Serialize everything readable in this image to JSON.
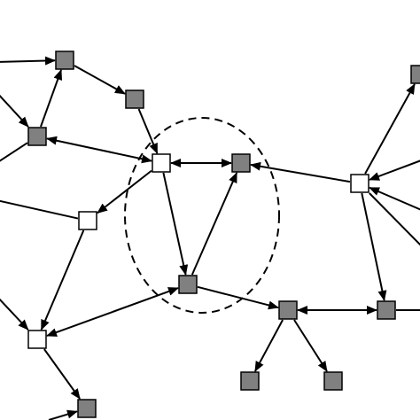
{
  "colors": {
    "background": "#ffffff",
    "stroke": "#000000",
    "node_gray": "#808080",
    "node_white": "#ffffff"
  },
  "nodes": [
    {
      "id": "n1",
      "fill": "gray"
    },
    {
      "id": "n2",
      "fill": "gray"
    },
    {
      "id": "n3",
      "fill": "gray"
    },
    {
      "id": "n4",
      "fill": "white"
    },
    {
      "id": "n5",
      "fill": "gray"
    },
    {
      "id": "n6",
      "fill": "white"
    },
    {
      "id": "n7",
      "fill": "gray"
    },
    {
      "id": "n8",
      "fill": "white"
    },
    {
      "id": "n9",
      "fill": "white"
    },
    {
      "id": "n10",
      "fill": "gray"
    },
    {
      "id": "n11",
      "fill": "gray"
    },
    {
      "id": "n12",
      "fill": "gray"
    },
    {
      "id": "n13",
      "fill": "gray"
    },
    {
      "id": "n14",
      "fill": "gray"
    },
    {
      "id": "n15",
      "fill": "gray"
    }
  ],
  "edges": [
    {
      "from": "ext-left-1",
      "to": "n1",
      "type": "directed"
    },
    {
      "from": "ext-left-2",
      "to": "n3",
      "type": "directed"
    },
    {
      "from": "n3",
      "to": "n1",
      "type": "directed"
    },
    {
      "from": "n1",
      "to": "n2",
      "type": "directed"
    },
    {
      "from": "n2",
      "to": "n4",
      "type": "directed"
    },
    {
      "from": "n3",
      "to": "n4",
      "type": "bidirectional"
    },
    {
      "from": "n4",
      "to": "n5",
      "type": "bidirectional"
    },
    {
      "from": "n4",
      "to": "n7",
      "type": "directed"
    },
    {
      "from": "n7",
      "to": "n5",
      "type": "directed"
    },
    {
      "from": "n9",
      "to": "n5",
      "type": "directed"
    },
    {
      "from": "n4",
      "to": "n6",
      "type": "directed"
    },
    {
      "from": "ext-left-3",
      "to": "n6",
      "type": "undirected"
    },
    {
      "from": "n6",
      "to": "n8",
      "type": "directed"
    },
    {
      "from": "ext-left-4",
      "to": "n8",
      "type": "directed"
    },
    {
      "from": "n7",
      "to": "n8",
      "type": "bidirectional"
    },
    {
      "from": "n8",
      "to": "n15",
      "type": "directed"
    },
    {
      "from": "ext-left-5",
      "to": "n15",
      "type": "directed"
    },
    {
      "from": "n7",
      "to": "n11",
      "type": "directed"
    },
    {
      "from": "n11",
      "to": "n12",
      "type": "bidirectional"
    },
    {
      "from": "n11",
      "to": "n13",
      "type": "directed"
    },
    {
      "from": "n11",
      "to": "n14",
      "type": "directed"
    },
    {
      "from": "n9",
      "to": "n10",
      "type": "directed"
    },
    {
      "from": "n9",
      "to": "n12",
      "type": "directed"
    },
    {
      "from": "ext-right-1",
      "to": "n9",
      "type": "directed"
    },
    {
      "from": "ext-right-2",
      "to": "n9",
      "type": "directed"
    },
    {
      "from": "ext-right-3",
      "to": "n9",
      "type": "undirected"
    },
    {
      "from": "n12",
      "to": "ext-right-4",
      "type": "undirected"
    },
    {
      "from": "ext-right-5",
      "to": "n3",
      "type": "undirected"
    }
  ],
  "cluster": {
    "members": [
      "n4",
      "n5",
      "n7"
    ],
    "style": "dashed-ellipse"
  }
}
